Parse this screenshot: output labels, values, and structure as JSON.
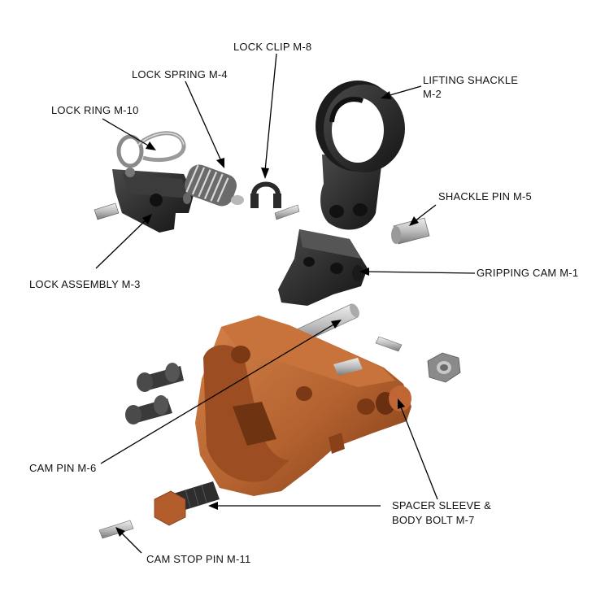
{
  "colors": {
    "body_orange": "#b4622f",
    "body_orange_dark": "#7c3b15",
    "body_orange_light": "#d07a40",
    "part_black": "#2b2b2b",
    "part_gray": "#5e5e5e",
    "steel_light": "#cfcfcf"
  },
  "labels": {
    "lock_clip": "LOCK CLIP M-8",
    "lock_spring": "LOCK SPRING M-4",
    "lifting_shackle_1": "LIFTING SHACKLE",
    "lifting_shackle_2": "M-2",
    "lock_ring": "LOCK RING M-10",
    "shackle_pin": "SHACKLE PIN M-5",
    "lock_assembly": "LOCK ASSEMBLY M-3",
    "gripping_cam": "GRIPPING CAM M-1",
    "cam_pin": "CAM PIN M-6",
    "spacer_sleeve_1": "SPACER SLEEVE &",
    "spacer_sleeve_2": "BODY BOLT M-7",
    "cam_stop_pin": "CAM STOP PIN M-11"
  }
}
